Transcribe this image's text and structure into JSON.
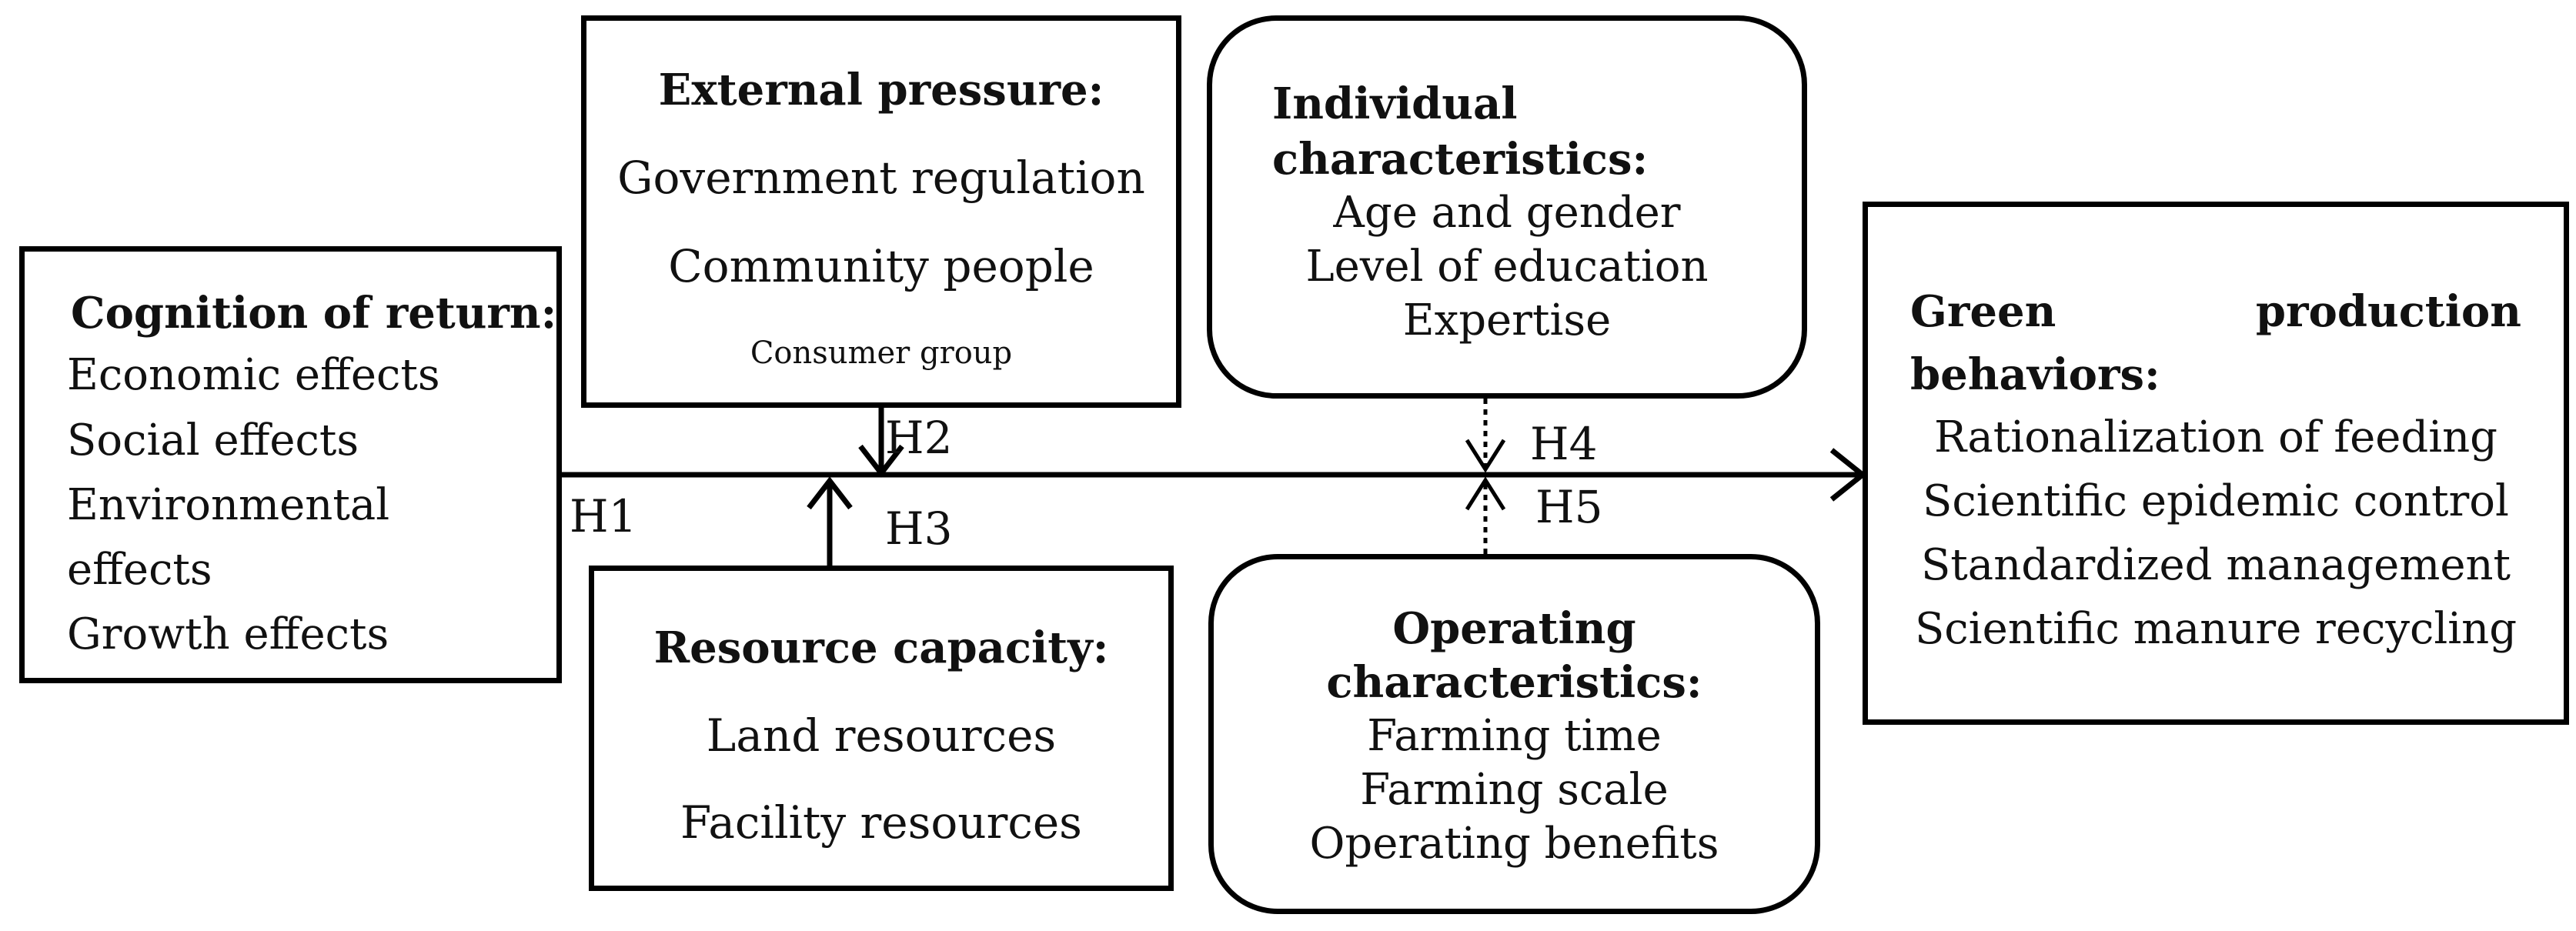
{
  "cognition": {
    "title": "Cognition of return:",
    "items": [
      "Economic effects",
      "Social effects",
      "Environmental",
      "effects",
      "Growth effects"
    ]
  },
  "external": {
    "title": "External pressure:",
    "items": [
      "Government regulation",
      "Community people",
      "Consumer group"
    ]
  },
  "resource": {
    "title": "Resource capacity:",
    "items": [
      "Land resources",
      "Facility resources"
    ]
  },
  "individual": {
    "title_line1": "Individual",
    "title_line2": "characteristics:",
    "items": [
      "Age and gender",
      "Level of education",
      "Expertise"
    ]
  },
  "operating": {
    "title_line1": "Operating",
    "title_line2": "characteristics:",
    "items": [
      "Farming time",
      "Farming scale",
      "Operating benefits"
    ]
  },
  "green": {
    "title_word1": "Green",
    "title_word2": "production",
    "title_line2": "behaviors:",
    "items": [
      "Rationalization of feeding",
      "Scientific epidemic control",
      "Standardized management",
      "Scientific manure recycling"
    ]
  },
  "hypotheses": {
    "h1": "H1",
    "h2": "H2",
    "h3": "H3",
    "h4": "H4",
    "h5": "H5"
  }
}
